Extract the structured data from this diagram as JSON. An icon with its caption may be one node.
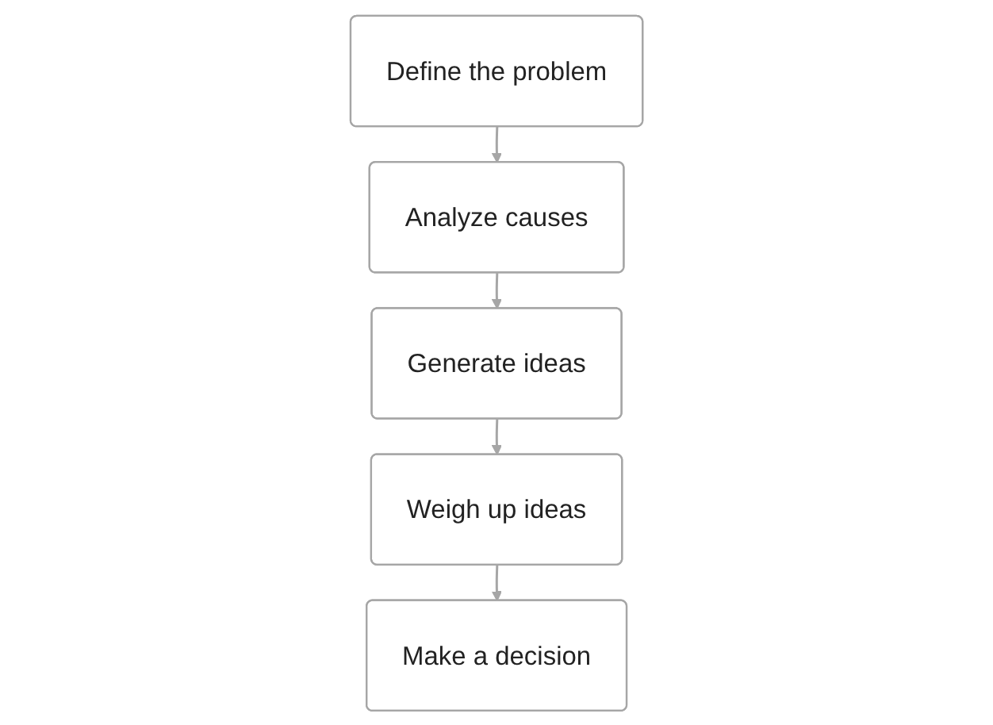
{
  "diagram": {
    "nodes": [
      {
        "text": [
          "Define the problem"
        ]
      },
      {
        "text": [
          "Analyze causes"
        ]
      },
      {
        "text": [
          "Generate ideas"
        ]
      },
      {
        "text": [
          "Weigh up ideas"
        ]
      },
      {
        "text": [
          "Make a decision"
        ]
      }
    ],
    "edges": [
      {
        "from": 0,
        "to": 1,
        "arrow": "to"
      },
      {
        "from": 1,
        "to": 2,
        "arrow": "to"
      },
      {
        "from": 2,
        "to": 3,
        "arrow": "to"
      },
      {
        "from": 3,
        "to": 4,
        "arrow": "to"
      }
    ]
  }
}
